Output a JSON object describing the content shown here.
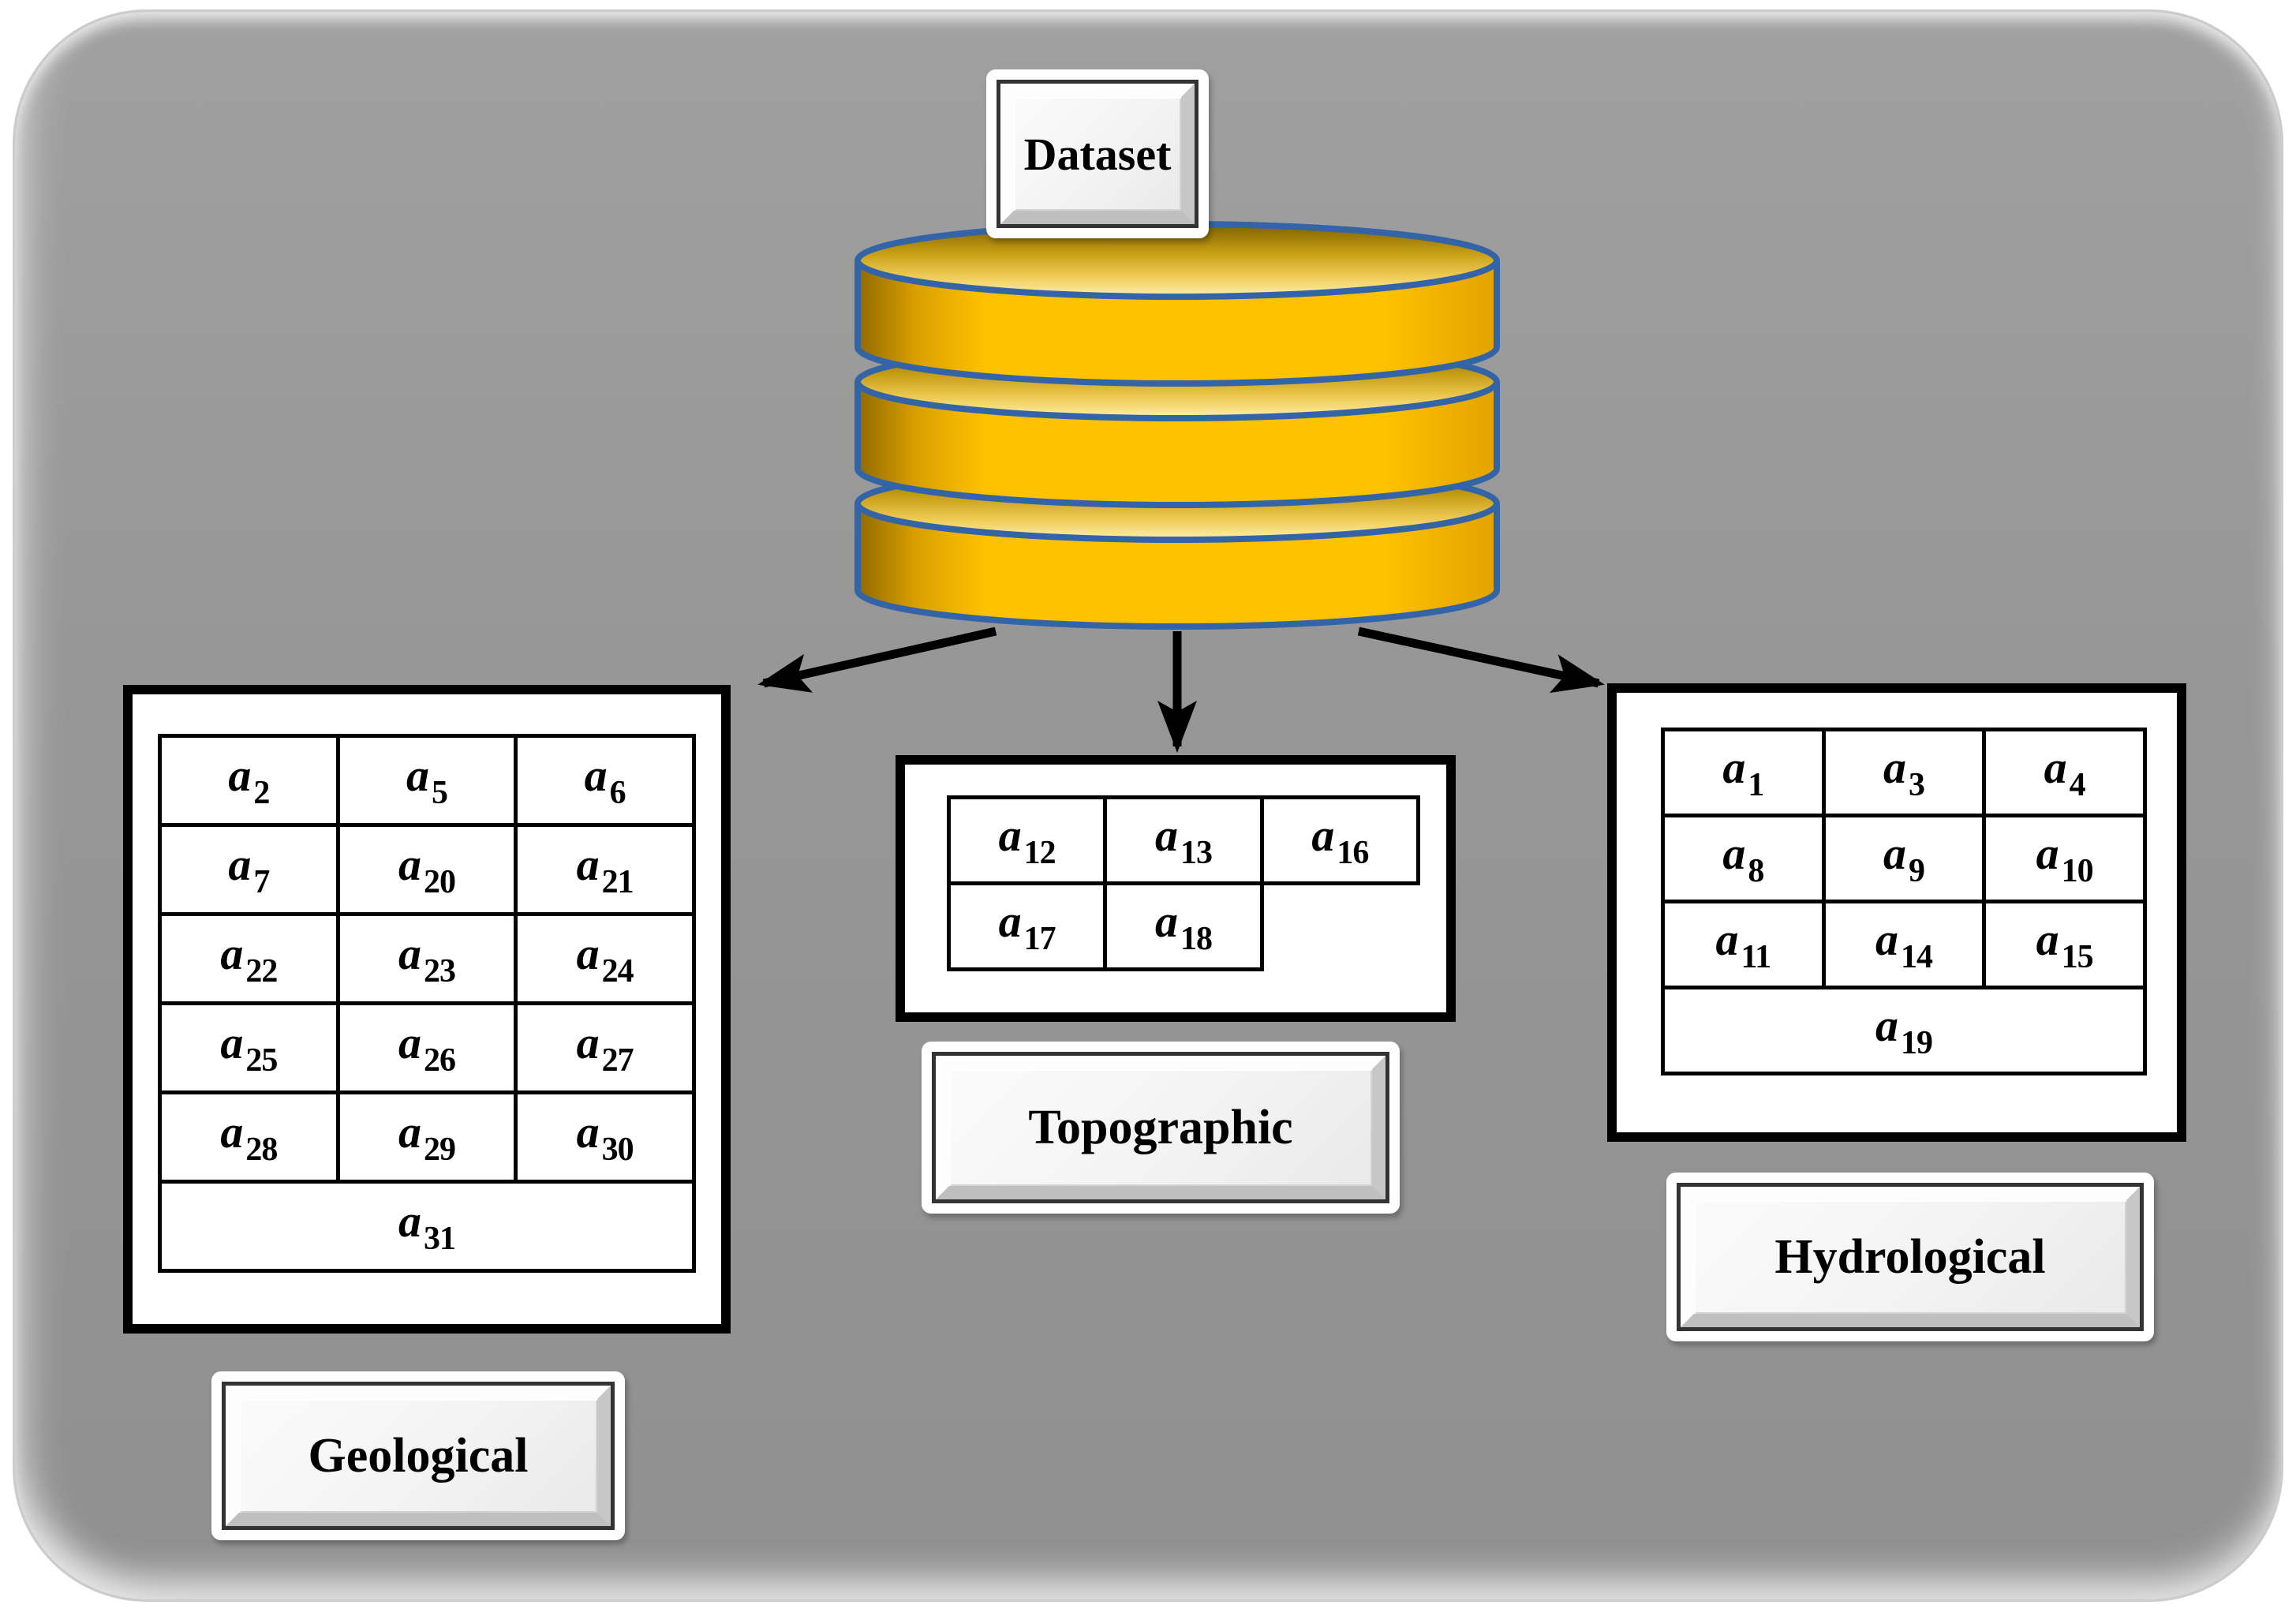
{
  "dataset": {
    "label": "Dataset"
  },
  "icons": {
    "database_icon": "stacked-cylinder-database",
    "arrow_icon": "solid-black-arrow"
  },
  "colors": {
    "board_background": "#969696",
    "cylinder_fill": "#FFC000",
    "cylinder_stroke": "#3464A8",
    "panel_border": "#000000",
    "arrow": "#000000",
    "plaque_face": "#f5f5f5"
  },
  "tables": {
    "geological": {
      "label": "Geological",
      "rows": [
        [
          {
            "base": "a",
            "sub": "2"
          },
          {
            "base": "a",
            "sub": "5"
          },
          {
            "base": "a",
            "sub": "6"
          }
        ],
        [
          {
            "base": "a",
            "sub": "7"
          },
          {
            "base": "a",
            "sub": "20"
          },
          {
            "base": "a",
            "sub": "21"
          }
        ],
        [
          {
            "base": "a",
            "sub": "22"
          },
          {
            "base": "a",
            "sub": "23"
          },
          {
            "base": "a",
            "sub": "24"
          }
        ],
        [
          {
            "base": "a",
            "sub": "25"
          },
          {
            "base": "a",
            "sub": "26"
          },
          {
            "base": "a",
            "sub": "27"
          }
        ],
        [
          {
            "base": "a",
            "sub": "28"
          },
          {
            "base": "a",
            "sub": "29"
          },
          {
            "base": "a",
            "sub": "30"
          }
        ],
        [
          {
            "base": "a",
            "sub": "31",
            "colspan": 3
          }
        ]
      ]
    },
    "topographic": {
      "label": "Topographic",
      "rows": [
        [
          {
            "base": "a",
            "sub": "12"
          },
          {
            "base": "a",
            "sub": "13"
          },
          {
            "base": "a",
            "sub": "16"
          }
        ],
        [
          {
            "base": "a",
            "sub": "17"
          },
          {
            "base": "a",
            "sub": "18"
          },
          {
            "empty": true
          }
        ]
      ]
    },
    "hydrological": {
      "label": "Hydrological",
      "rows": [
        [
          {
            "base": "a",
            "sub": "1"
          },
          {
            "base": "a",
            "sub": "3"
          },
          {
            "base": "a",
            "sub": "4"
          }
        ],
        [
          {
            "base": "a",
            "sub": "8"
          },
          {
            "base": "a",
            "sub": "9"
          },
          {
            "base": "a",
            "sub": "10"
          }
        ],
        [
          {
            "base": "a",
            "sub": "11"
          },
          {
            "base": "a",
            "sub": "14"
          },
          {
            "base": "a",
            "sub": "15"
          }
        ],
        [
          {
            "base": "a",
            "sub": "19",
            "colspan": 3
          }
        ]
      ]
    }
  }
}
